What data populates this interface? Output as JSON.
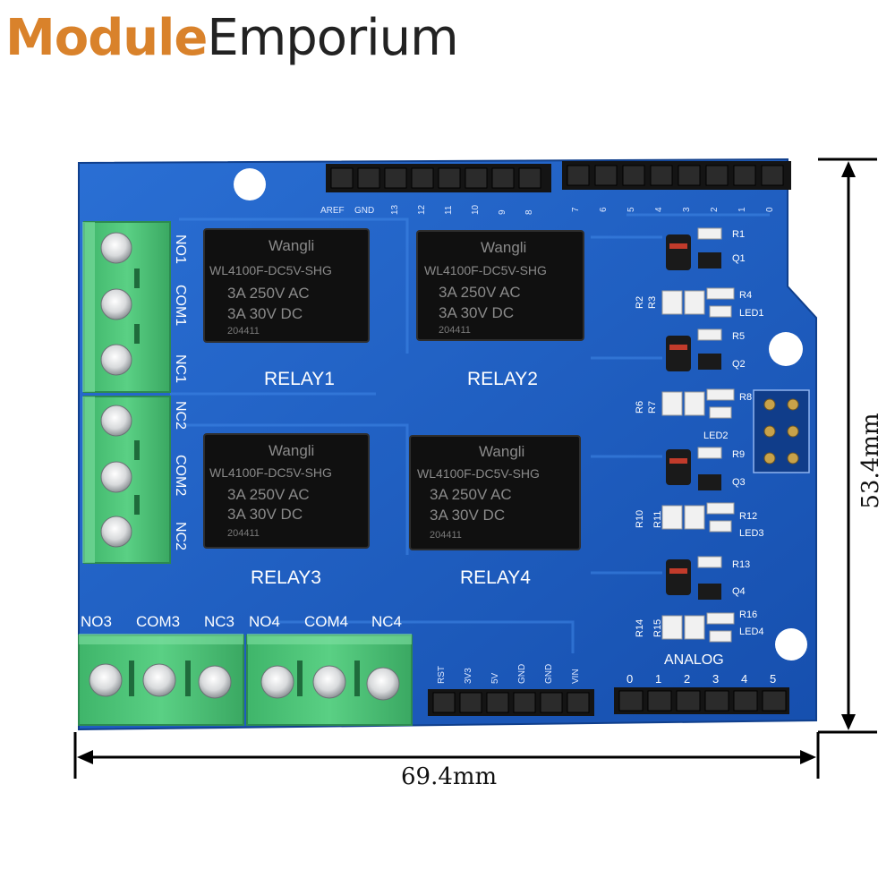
{
  "brand": {
    "part1": "Module",
    "part2": "Emporium",
    "colors": {
      "accent": "#d9822b",
      "dark": "#222222"
    }
  },
  "dimensions": {
    "width_label": "69.4mm",
    "height_label": "53.4mm"
  },
  "board": {
    "pcb_color": "#1d5fc4",
    "terminal_color": "#4fc67a",
    "relays": [
      {
        "label": "RELAY1",
        "brand": "Wangli",
        "model": "WL4100F-DC5V-SHG",
        "rating1": "3A 250V AC",
        "rating2": "3A 30V DC",
        "code": "204411"
      },
      {
        "label": "RELAY2",
        "brand": "Wangli",
        "model": "WL4100F-DC5V-SHG",
        "rating1": "3A 250V AC",
        "rating2": "3A 30V DC",
        "code": "204411"
      },
      {
        "label": "RELAY3",
        "brand": "Wangli",
        "model": "WL4100F-DC5V-SHG",
        "rating1": "3A 250V AC",
        "rating2": "3A 30V DC",
        "code": "204411"
      },
      {
        "label": "RELAY4",
        "brand": "Wangli",
        "model": "WL4100F-DC5V-SHG",
        "rating1": "3A 250V AC",
        "rating2": "3A 30V DC",
        "code": "204411"
      }
    ],
    "left_terminal_labels": [
      "NO1",
      "COM1",
      "NC1",
      "NC2",
      "COM2",
      "NC2"
    ],
    "bottom_terminal_labels": [
      "NO3",
      "COM3",
      "NC3",
      "NO4",
      "COM4",
      "NC4"
    ],
    "top_header_left_labels": [
      "AREF",
      "GND",
      "13",
      "12",
      "11",
      "10",
      "9",
      "8"
    ],
    "top_header_right_labels": [
      "7",
      "6",
      "5",
      "4",
      "3",
      "2",
      "1",
      "0"
    ],
    "power_header_labels": [
      "RST",
      "3V3",
      "5V",
      "GND",
      "GND",
      "VIN"
    ],
    "analog_label": "ANALOG",
    "analog_pins": [
      "0",
      "1",
      "2",
      "3",
      "4",
      "5"
    ],
    "component_labels": {
      "row1": [
        "R1",
        "Q1",
        "R2",
        "R3",
        "R4",
        "LED1"
      ],
      "row2": [
        "R5",
        "Q2",
        "R6",
        "R7",
        "R8",
        "LED2"
      ],
      "row3": [
        "R9",
        "Q3",
        "R10",
        "R11",
        "R12",
        "LED3"
      ],
      "row4": [
        "R13",
        "Q4",
        "R14",
        "R15",
        "R16",
        "LED4"
      ]
    }
  }
}
